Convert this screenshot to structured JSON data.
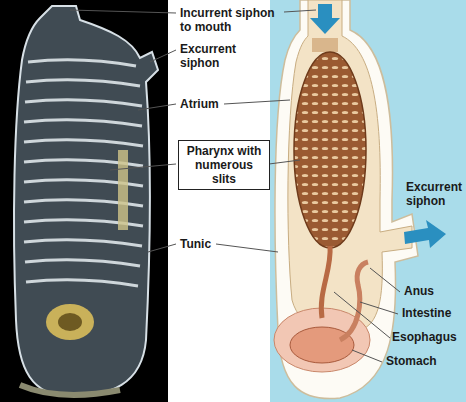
{
  "diagram": {
    "nodes": [
      {
        "text": [
          "Pharynx with numerous slits"
        ]
      }
    ],
    "labels": [
      "Incurrent siphon to mouth",
      "Excurrent siphon",
      "Atrium",
      "Tunic",
      "Excurrent siphon",
      "Anus",
      "Intestine",
      "Esophagus",
      "Stomach"
    ]
  }
}
